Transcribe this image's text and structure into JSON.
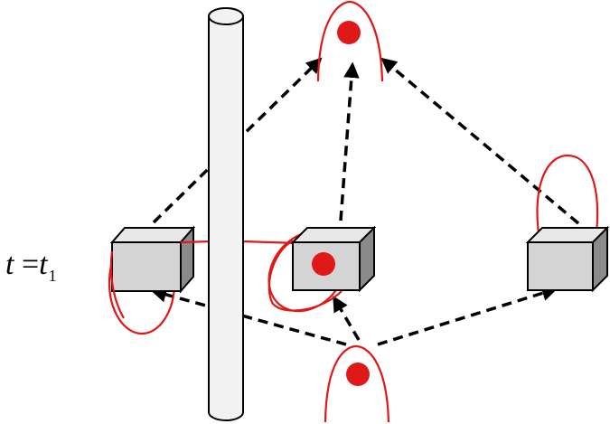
{
  "label": {
    "variable": "t",
    "equals": "=",
    "rhs": "t",
    "subscript": "1"
  },
  "colors": {
    "red": "#e01818",
    "cube_front": "#d4d4d4",
    "cube_top": "#e8e8e8",
    "cube_side": "#8a8a8a",
    "pole_fill": "#f2f2f2",
    "outline": "#000000",
    "arrow": "#000000"
  }
}
